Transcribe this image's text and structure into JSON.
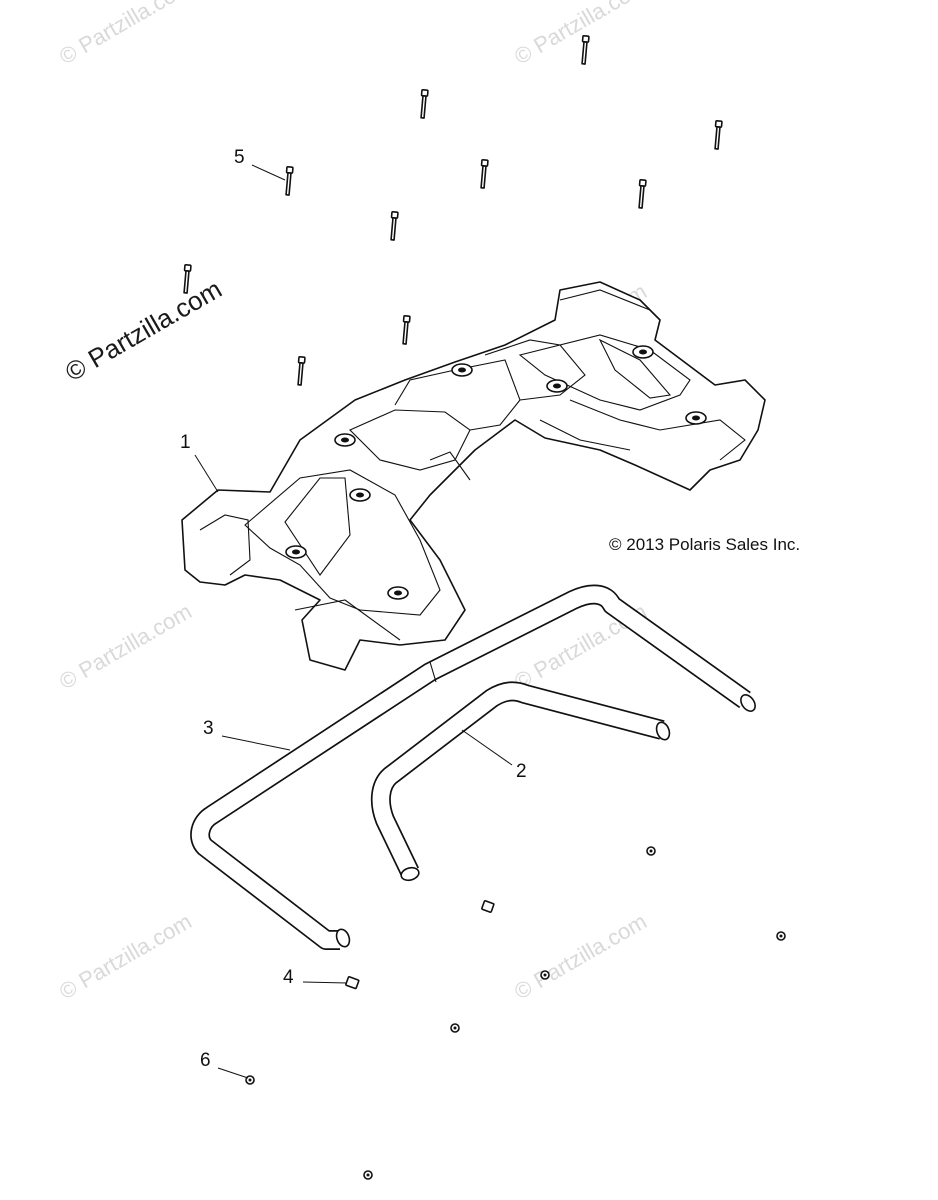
{
  "watermark": {
    "text": "© Partzilla.com"
  },
  "copyright": "© 2013 Polaris Sales Inc.",
  "callouts": [
    {
      "id": "1",
      "label": "1"
    },
    {
      "id": "2",
      "label": "2"
    },
    {
      "id": "3",
      "label": "3"
    },
    {
      "id": "4",
      "label": "4"
    },
    {
      "id": "5",
      "label": "5"
    },
    {
      "id": "6",
      "label": "6"
    }
  ]
}
